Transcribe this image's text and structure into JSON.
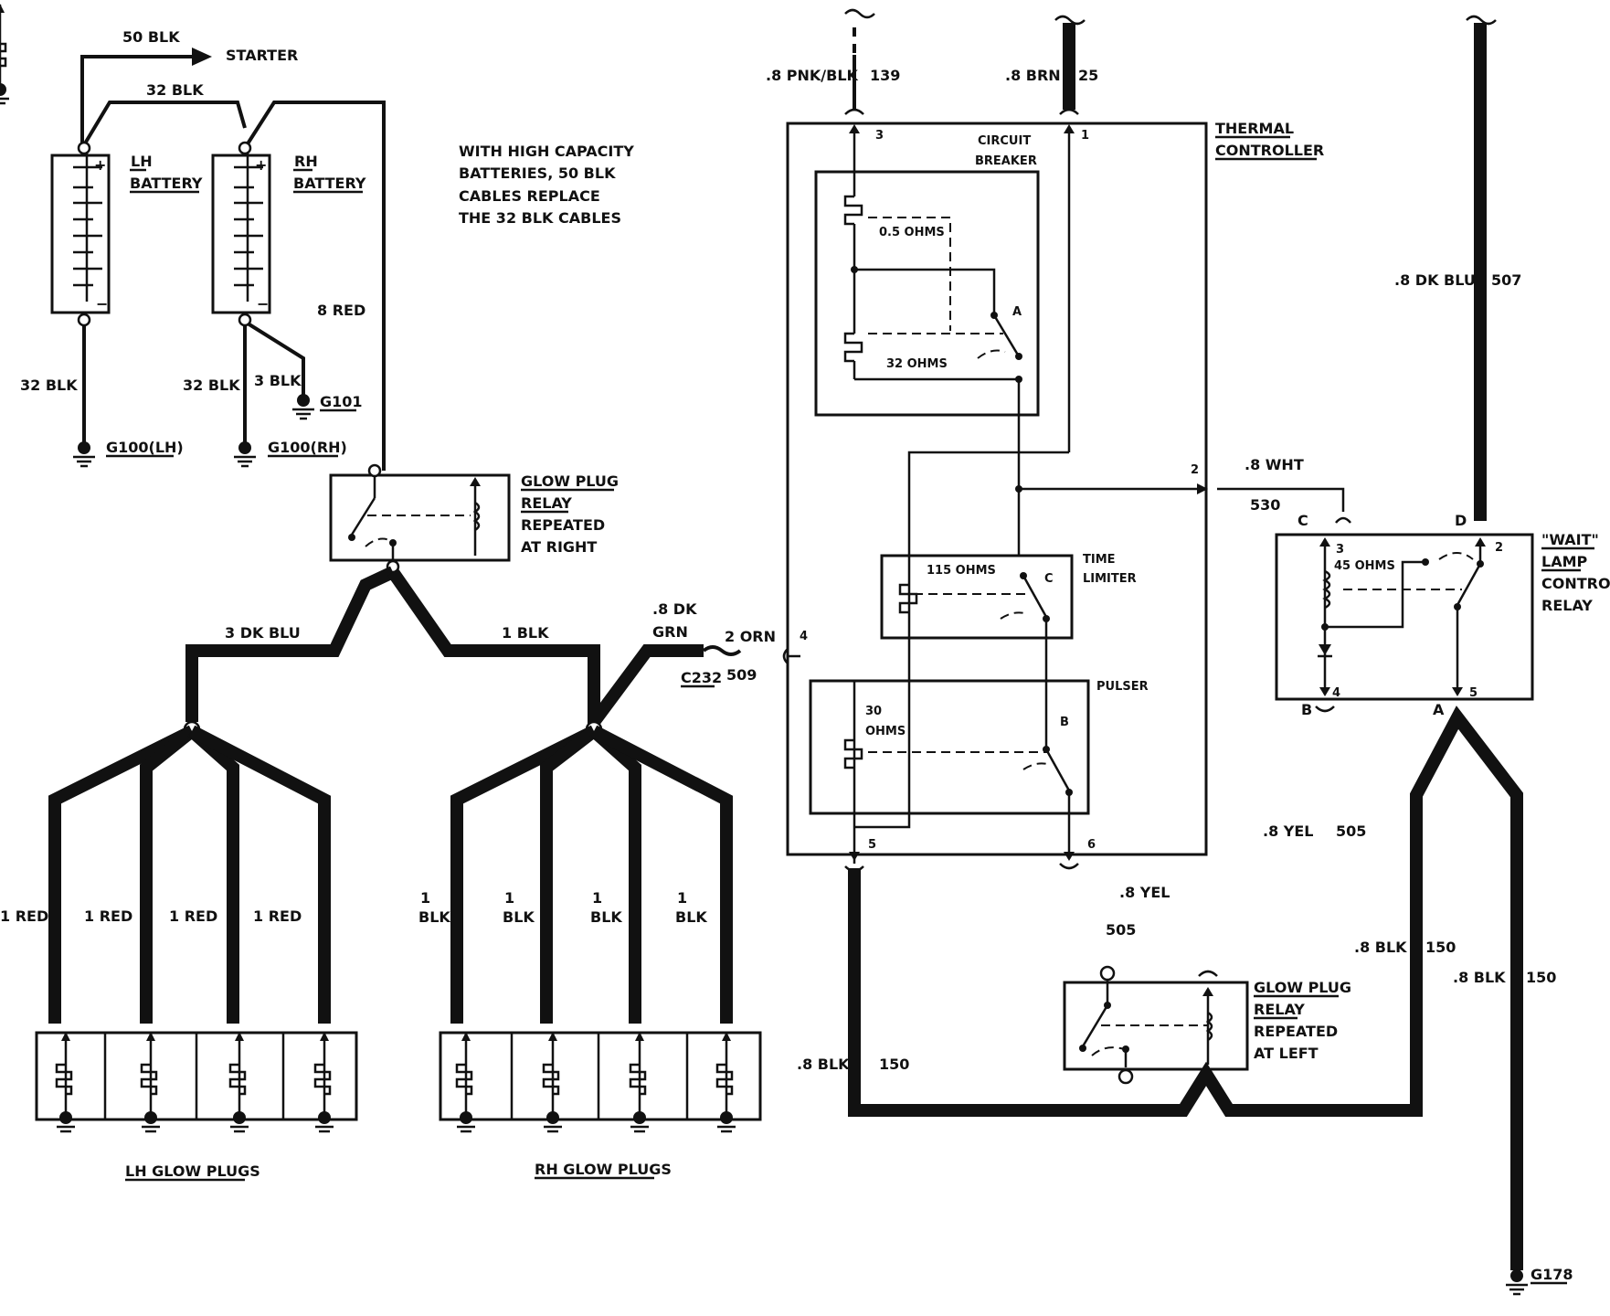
{
  "wires": {
    "w50blk": "50 BLK",
    "starter": "STARTER",
    "w32blk_top": "32 BLK",
    "w32blk_lh": "32 BLK",
    "w32blk_rh": "32 BLK",
    "w3blk": "3 BLK",
    "w8red": "8 RED",
    "w3dkblu": "3 DK BLU",
    "w1blk": "1 BLK",
    "w8dk": ".8 DK",
    "grn": "GRN",
    "w2orn": "2 ORN",
    "c232": "C232",
    "n509": "509",
    "red1": "1 RED",
    "blk_num": "1",
    "blk_word": "BLK",
    "pnkblk": ".8 PNK/BLK",
    "n139": "139",
    "brn": ".8 BRN",
    "n25": "25",
    "wht": ".8 WHT",
    "n530": "530",
    "dkblu": ".8 DK BLU",
    "n507": "507",
    "yel": ".8 YEL",
    "n505": "505",
    "blk8": ".8 BLK",
    "n150": "150"
  },
  "components": {
    "lh_battery": [
      "LH",
      "BATTERY"
    ],
    "rh_battery": [
      "RH",
      "BATTERY"
    ],
    "note": [
      "WITH HIGH CAPACITY",
      "BATTERIES, 50 BLK",
      "CABLES REPLACE",
      "THE 32 BLK CABLES"
    ],
    "g100lh": "G100(LH)",
    "g100rh": "G100(RH)",
    "g101": "G101",
    "g178": "G178",
    "relay_left": [
      "GLOW  PLUG",
      "RELAY",
      "REPEATED",
      "AT  RIGHT"
    ],
    "relay_right": [
      "GLOW PLUG",
      "RELAY",
      "REPEATED",
      "AT LEFT"
    ],
    "thermal": [
      "THERMAL",
      "CONTROLLER"
    ],
    "circuit_breaker": [
      "CIRCUIT",
      "BREAKER"
    ],
    "r05": "0.5 OHMS",
    "r32": "32 OHMS",
    "time_limiter": [
      "TIME",
      "LIMITER"
    ],
    "r115": "115 OHMS",
    "pulser": "PULSER",
    "r30": [
      "30",
      "OHMS"
    ],
    "wait_relay": [
      "\"WAIT\"",
      "LAMP",
      "CONTROL",
      "RELAY"
    ],
    "r45": "45 OHMS",
    "lh_glow": "LH GLOW PLUGS",
    "rh_glow": "RH GLOW PLUGS"
  },
  "pins": {
    "p1": "1",
    "p2": "2",
    "p3": "3",
    "p4": "4",
    "p5": "5",
    "p6": "6",
    "A": "A",
    "B": "B",
    "C": "C",
    "D": "D"
  }
}
